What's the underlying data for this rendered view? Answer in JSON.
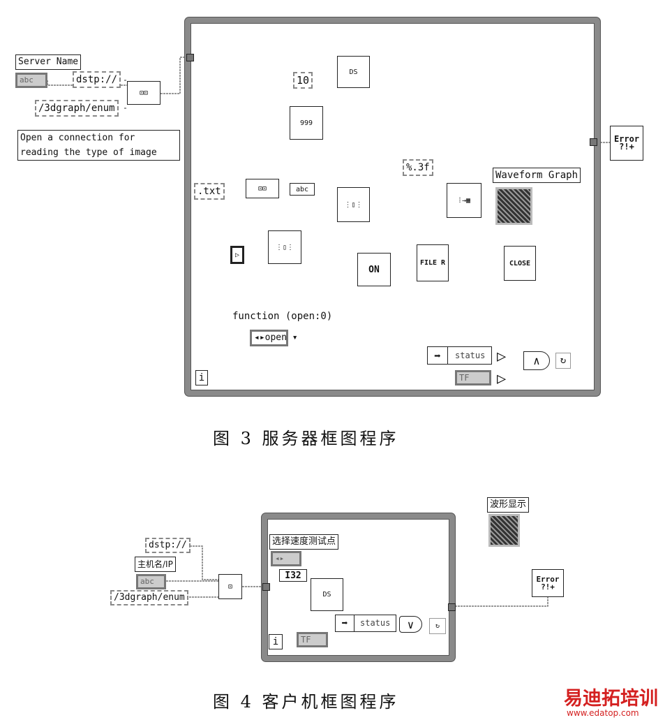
{
  "figure3": {
    "caption": "图 3  服务器框图程序",
    "server_name_label": "Server Name",
    "server_name_control": "abc",
    "dstp_const": "dstp://",
    "path_const": "/3dgraph/enum",
    "comment": "Open a connection for reading the type of image",
    "ten_const": "10",
    "ds_read_node": "DS",
    "number_node": "999",
    "txt_const": ".txt",
    "string_node": "abc",
    "format_const": "%.3f",
    "waveform_label": "Waveform Graph",
    "file_node": "FILE R",
    "open_node": "ON",
    "close_node": "CLOSE",
    "function_label": "function (open:0)",
    "function_value": "open",
    "status_label": "status",
    "and_gate": "∧",
    "tf_const": "TF",
    "iteration": "i",
    "error_node": "Error ?!+"
  },
  "figure4": {
    "caption": "图 4  客户机框图程序",
    "waveform_label": "波形显示",
    "dstp_const": "dstp://",
    "host_label": "主机名/IP",
    "host_control": "abc",
    "path_const": "/3dgraph/enum",
    "select_label": "选择速度测试点",
    "i32_node": "I32",
    "ds_write_node": "DS",
    "status_label": "status",
    "or_gate": "∨",
    "tf_const": "TF",
    "iteration": "i",
    "error_node": "Error ?!+"
  },
  "watermark": {
    "brand": "易迪拓培训",
    "url": "www.edatop.com",
    "color": "#d42020"
  }
}
